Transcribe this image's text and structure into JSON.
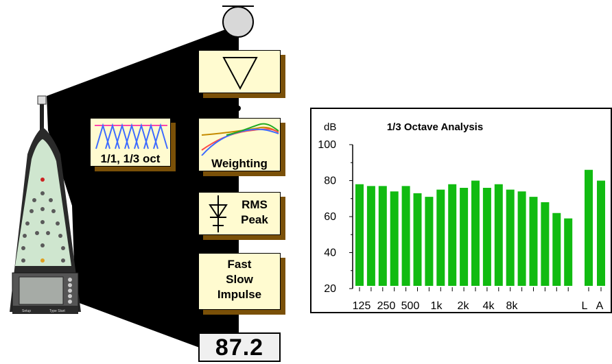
{
  "diagram": {
    "filter_box": {
      "label": "1/1, 1/3 oct"
    },
    "weighting_box": {
      "label": "Weighting"
    },
    "detector_box": {
      "line1": "RMS",
      "line2": "Peak"
    },
    "time_box": {
      "line1": "Fast",
      "line2": "Slow",
      "line3": "Impulse"
    },
    "readout": {
      "value": "87.2"
    },
    "meter": {
      "screen_left": "Setup",
      "screen_right": "Type Start"
    }
  },
  "chart_data": {
    "type": "bar",
    "title": "1/3 Octave Analysis",
    "ylabel": "dB",
    "ylim": [
      20,
      100
    ],
    "yticks": [
      "20",
      "40",
      "60",
      "80",
      "100"
    ],
    "xtick_labels": [
      "125",
      "250",
      "500",
      "1k",
      "2k",
      "4k",
      "8k",
      "L",
      "A"
    ],
    "values": [
      78,
      77,
      77,
      74,
      77,
      73,
      71,
      75,
      78,
      76,
      80,
      76,
      78,
      75,
      74,
      71,
      68,
      62,
      59
    ],
    "overall_values": [
      86,
      80
    ],
    "bar_color": "#11bb11",
    "grid": false
  },
  "colors": {
    "box_fill": "#fffbd0",
    "box_shadow": "#7a5008",
    "filter_lines": "#3d6bff",
    "filter_tops": "#ff44aa"
  }
}
